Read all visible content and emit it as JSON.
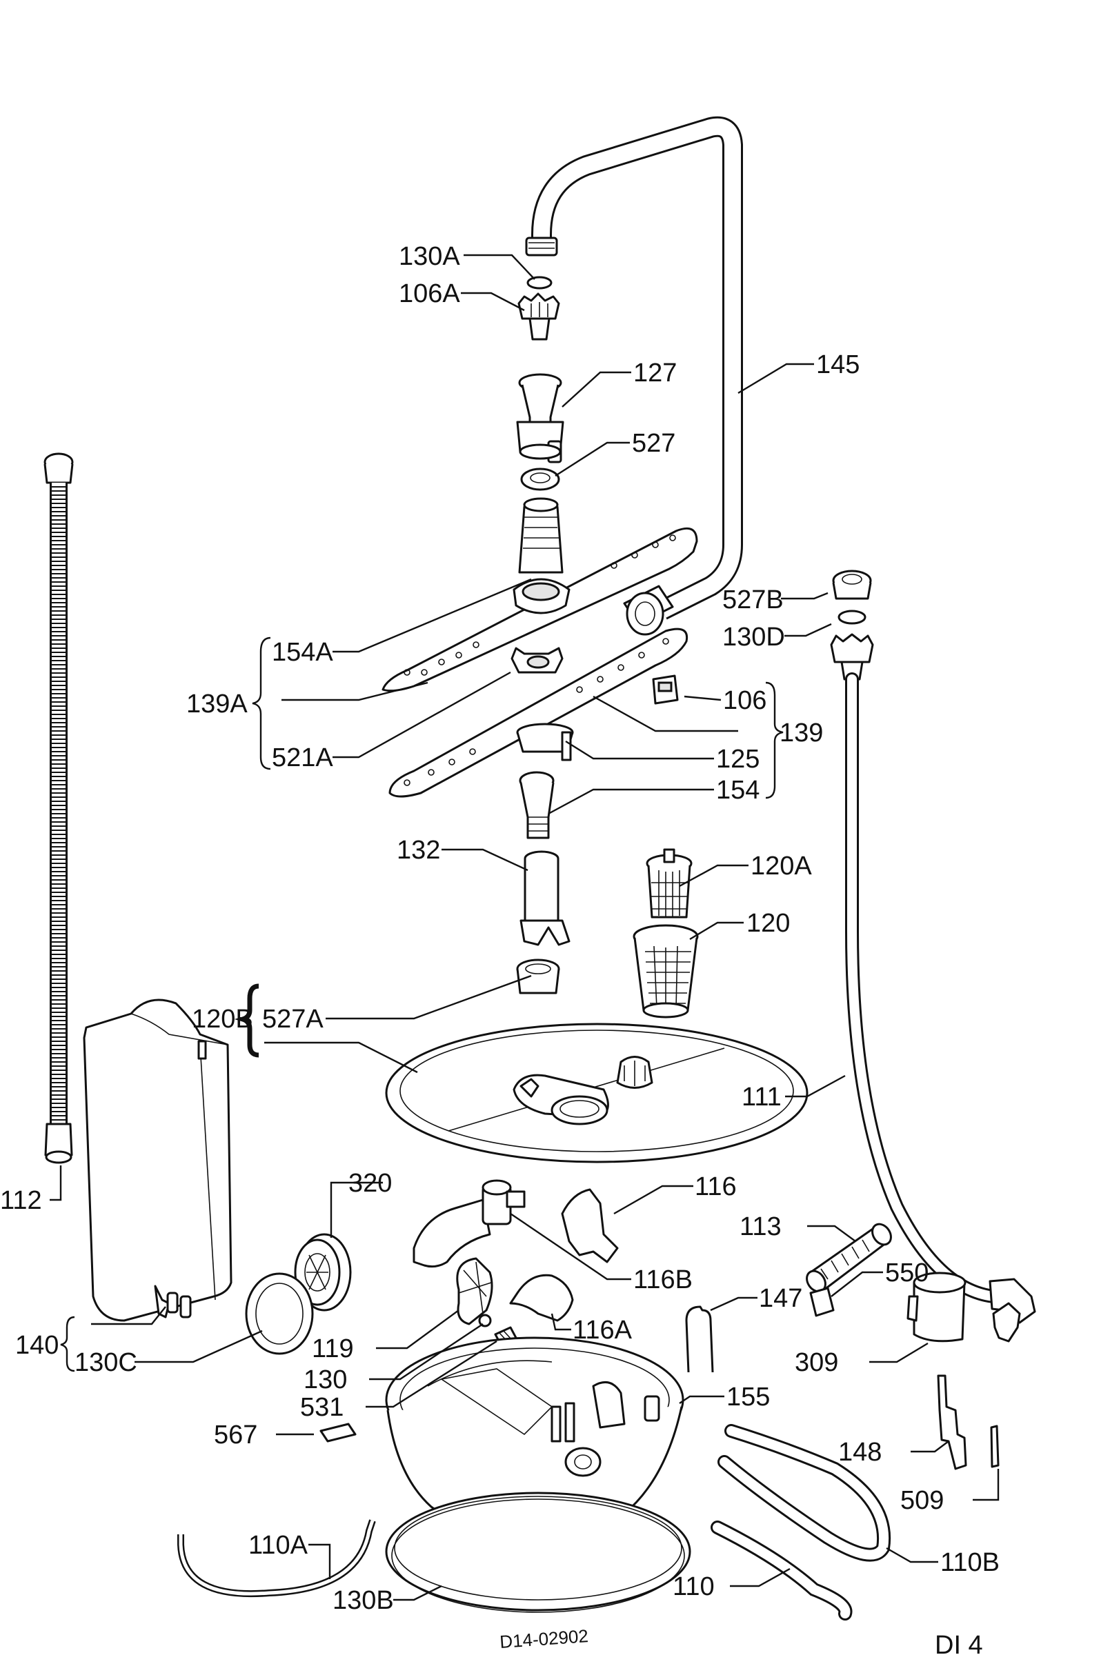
{
  "labels": {
    "l_130A": "130A",
    "l_106A": "106A",
    "l_127": "127",
    "l_145": "145",
    "l_527": "527",
    "l_527B": "527B",
    "l_130D": "130D",
    "l_154A": "154A",
    "l_139A": "139A",
    "l_521A": "521A",
    "l_106": "106",
    "l_139": "139",
    "l_125": "125",
    "l_154": "154",
    "l_132": "132",
    "l_120A": "120A",
    "l_120": "120",
    "l_120B": "120B",
    "l_527A": "527A",
    "l_111": "111",
    "l_112": "112",
    "l_320": "320",
    "l_116": "116",
    "l_113": "113",
    "l_116B": "116B",
    "l_550": "550",
    "l_147": "147",
    "l_116A": "116A",
    "l_140": "140",
    "l_130C": "130C",
    "l_119": "119",
    "l_309": "309",
    "l_130": "130",
    "l_531": "531",
    "l_155": "155",
    "l_567": "567",
    "l_148": "148",
    "l_509": "509",
    "l_110A": "110A",
    "l_110B": "110B",
    "l_130B": "130B",
    "l_110": "110"
  },
  "drawing_code": "D14-02902",
  "sheet_id": "DI 4"
}
